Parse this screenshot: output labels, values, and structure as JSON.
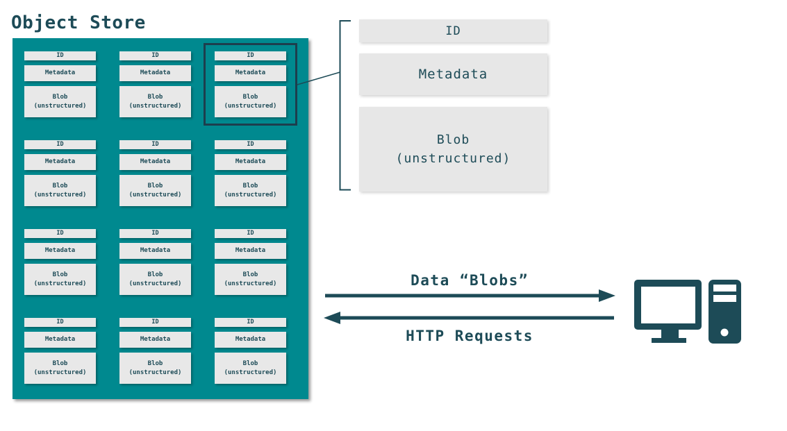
{
  "title": "Object Store",
  "colors": {
    "teal": "#00898F",
    "dark": "#1D4B57",
    "box_gray": "#E8E8E8",
    "highlight_border": "#1D3E4D"
  },
  "object_store": {
    "grid": {
      "rows": 4,
      "columns": 3
    },
    "cell_labels": {
      "id": "ID",
      "metadata": "Metadata",
      "blob_line1": "Blob",
      "blob_line2": "(unstructured)"
    }
  },
  "detail_view": {
    "id": "ID",
    "metadata": "Metadata",
    "blob_line1": "Blob",
    "blob_line2": "(unstructured)"
  },
  "flows": {
    "data_label": "Data “Blobs”",
    "http_label": "HTTP Requests"
  },
  "icons": {
    "computer": "desktop-computer-icon"
  }
}
